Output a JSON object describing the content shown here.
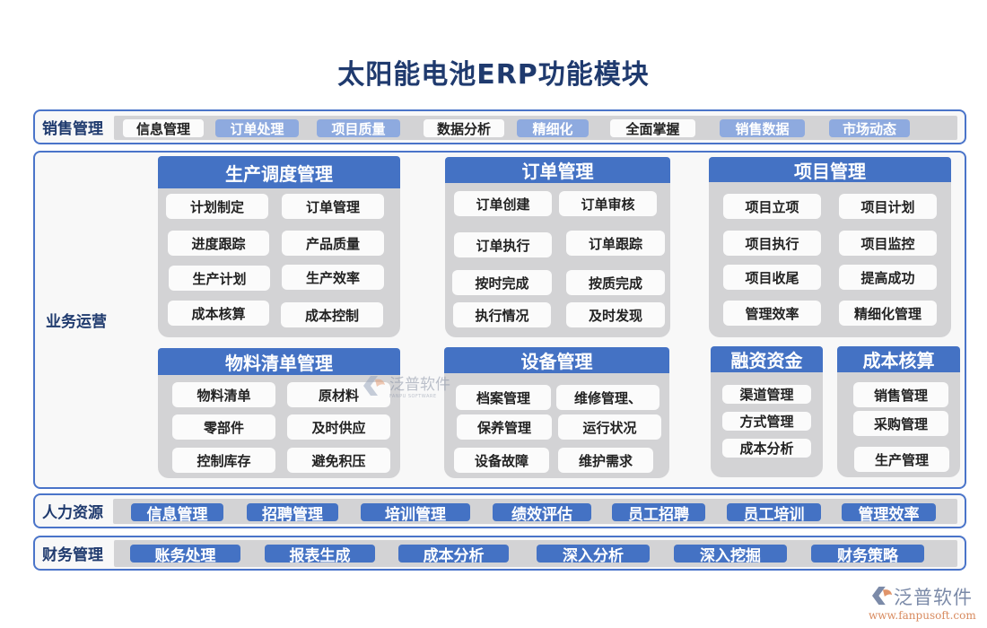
{
  "title": "太阳能电池ERP功能模块",
  "colors": {
    "title": "#1f3a6e",
    "border": "#4a74c9",
    "header_blue": "#4472c4",
    "chip_light_blue": "#8eaadf",
    "module_bg": "#d3d3d5",
    "item_bg": "#fbfbfb"
  },
  "sales": {
    "label": "销售管理",
    "items": [
      {
        "label": "信息管理",
        "style": "white"
      },
      {
        "label": "订单处理",
        "style": "lightblue"
      },
      {
        "label": "项目质量",
        "style": "lightblue"
      },
      {
        "label": "数据分析",
        "style": "white"
      },
      {
        "label": "精细化",
        "style": "lightblue"
      },
      {
        "label": "全面掌握",
        "style": "white"
      },
      {
        "label": "销售数据",
        "style": "lightblue"
      },
      {
        "label": "市场动态",
        "style": "lightblue"
      }
    ]
  },
  "operations": {
    "label": "业务运营",
    "modules": [
      {
        "title": "生产调度管理",
        "items": [
          "计划制定",
          "订单管理",
          "进度跟踪",
          "产品质量",
          "生产计划",
          "生产效率",
          "成本核算",
          "成本控制"
        ]
      },
      {
        "title": "订单管理",
        "items": [
          "订单创建",
          "订单审核",
          "订单执行",
          "订单跟踪",
          "按时完成",
          "按质完成",
          "执行情况",
          "及时发现"
        ]
      },
      {
        "title": "项目管理",
        "items": [
          "项目立项",
          "项目计划",
          "项目执行",
          "项目监控",
          "项目收尾",
          "提高成功",
          "管理效率",
          "精细化管理"
        ]
      },
      {
        "title": "物料清单管理",
        "items": [
          "物料清单",
          "原材料",
          "零部件",
          "及时供应",
          "控制库存",
          "避免积压"
        ]
      },
      {
        "title": "设备管理",
        "items": [
          "档案管理",
          "维修管理、",
          "保养管理",
          "运行状况",
          "设备故障",
          "维护需求"
        ]
      },
      {
        "title": "融资资金",
        "items": [
          "渠道管理",
          "方式管理",
          "成本分析"
        ]
      },
      {
        "title": "成本核算",
        "items": [
          "销售管理",
          "采购管理",
          "生产管理"
        ]
      }
    ]
  },
  "hr": {
    "label": "人力资源",
    "items": [
      "信息管理",
      "招聘管理",
      "培训管理",
      "绩效评估",
      "员工招聘",
      "员工培训",
      "管理效率"
    ]
  },
  "finance": {
    "label": "财务管理",
    "items": [
      "账务处理",
      "报表生成",
      "成本分析",
      "深入分析",
      "深入挖掘",
      "财务策略"
    ]
  },
  "watermark": {
    "name": "泛普软件",
    "sub": "FANPU SOFTWARE"
  },
  "logo": {
    "name": "泛普软件",
    "url": "www.fanpusoft.com"
  }
}
